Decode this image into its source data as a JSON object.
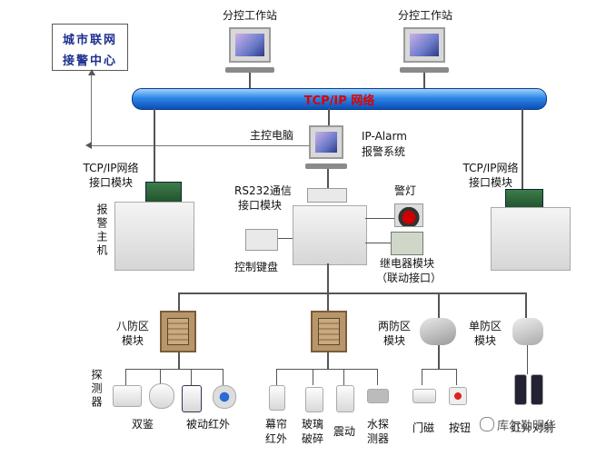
{
  "diagram": {
    "station_left": "分控工作站",
    "station_right": "分控工作站",
    "city_center_line1": "城市联网",
    "city_center_line2": "接警中心",
    "network_bar": "TCP/IP 网络",
    "master_pc": "主控电脑",
    "ip_alarm_line1": "IP-Alarm",
    "ip_alarm_line2": "报警系统",
    "tcpip_left_line1": "TCP/IP网络",
    "tcpip_left_line2": "接口模块",
    "tcpip_right_line1": "TCP/IP网络",
    "tcpip_right_line2": "接口模块",
    "rs232_line1": "RS232通信",
    "rs232_line2": "接口模块",
    "alarm_light": "警灯",
    "alarm_host": "报警主机",
    "keypad": "控制键盘",
    "relay_line1": "继电器模块",
    "relay_line2": "（联动接口）",
    "eight_zone_line1": "八防区",
    "eight_zone_line2": "模块",
    "two_zone_line1": "两防区",
    "two_zone_line2": "模块",
    "single_zone_line1": "单防区",
    "single_zone_line2": "模块",
    "detectors": "探测器",
    "dual_tech": "双鉴",
    "passive_ir": "被动红外",
    "curtain_line1": "幕帘",
    "curtain_line2": "红外",
    "glass_line1": "玻璃",
    "glass_line2": "破碎",
    "vibration": "震动",
    "water_line1": "水探",
    "water_line2": "测器",
    "door_magnet": "门磁",
    "button": "按钮",
    "ir_beam": "红外对射",
    "watermark": "库尔勒明华"
  }
}
